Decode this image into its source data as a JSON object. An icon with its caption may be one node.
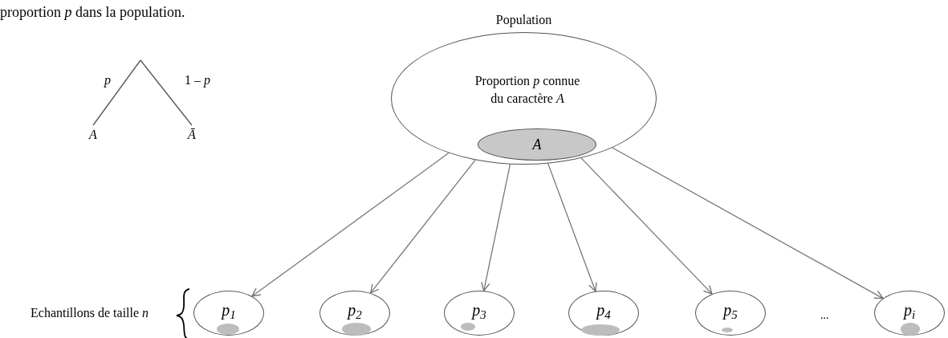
{
  "diagram": {
    "nodes": [
      {
        "text": [
          "Population",
          "Proportion *p* connue du caractère *A*"
        ]
      },
      {
        "text": [
          "A"
        ],
        "in": 0
      },
      {
        "text": [
          "A"
        ]
      },
      {
        "text": [
          "Ā"
        ]
      },
      {
        "text": [
          "*p*$_{1}$"
        ]
      },
      {
        "text": [],
        "shape": "ellipse",
        "in": 4
      },
      {
        "text": [
          "*p*$_{2}$"
        ]
      },
      {
        "text": [],
        "shape": "ellipse",
        "in": 6
      },
      {
        "text": [
          "*p*$_{3}$"
        ]
      },
      {
        "text": [],
        "shape": "ellipse",
        "in": 8
      },
      {
        "text": [
          "*p*$_{4}$"
        ]
      },
      {
        "text": [],
        "shape": "ellipse",
        "in": 10
      },
      {
        "text": [
          "*p*$_{5}$"
        ]
      },
      {
        "text": [],
        "shape": "ellipse",
        "in": 12
      },
      {
        "text": [
          "*p*$_{i}$"
        ]
      },
      {
        "text": [],
        "shape": "ellipse",
        "in": 14
      }
    ],
    "edges": [
      {
        "from": null,
        "to": 2,
        "arrow": "none",
        "label": "*p*"
      },
      {
        "from": null,
        "to": 3,
        "arrow": "none",
        "label": "1 – *p*"
      },
      {
        "from": 0,
        "to": 4,
        "arrow": "to"
      },
      {
        "from": 0,
        "to": 6,
        "arrow": "to"
      },
      {
        "from": 0,
        "to": 8,
        "arrow": "to"
      },
      {
        "from": 0,
        "to": 10,
        "arrow": "to"
      },
      {
        "from": 0,
        "to": 12,
        "arrow": "to"
      },
      {
        "from": 0,
        "to": 14,
        "arrow": "to"
      }
    ],
    "labels": [
      "proportion *p* dans la population.",
      "Echantillons de taille *n*",
      "..."
    ]
  }
}
